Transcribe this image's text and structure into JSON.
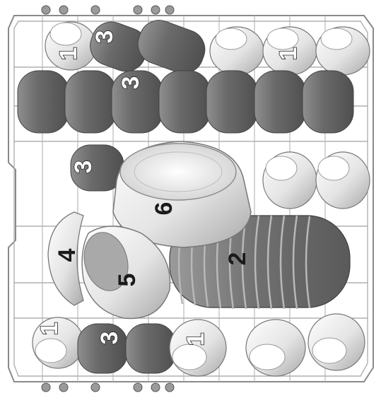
{
  "diagram": {
    "description_hidden": "",
    "labels": {
      "l1": "1",
      "l2": "1",
      "l3": "3",
      "l4": "3",
      "l5": "3",
      "l6": "6",
      "l7": "4",
      "l8": "5",
      "l9": "2",
      "l10": "1",
      "l11": "3",
      "l12": "1"
    },
    "colors": {
      "rack": "#8a8a8a",
      "white_item": "#e8e8e8",
      "white_item_shade": "#bdbdbd",
      "glass_dark": "#6e6e6e",
      "glass_light": "#9a9a9a",
      "plate": "#7a7a7a",
      "plate_edge": "#b5b5b5"
    }
  }
}
